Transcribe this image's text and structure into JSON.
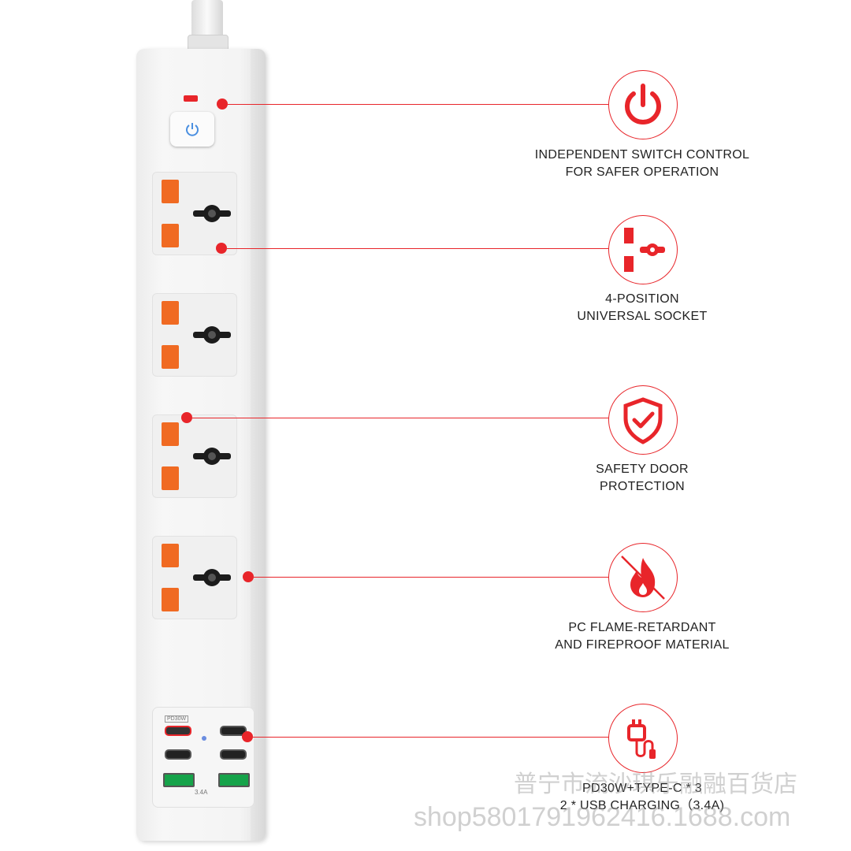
{
  "features": [
    {
      "icon": "power-icon",
      "line1": "INDEPENDENT SWITCH CONTROL",
      "line2": "FOR SAFER OPERATION"
    },
    {
      "icon": "socket-icon",
      "line1": "4-POSITION",
      "line2": "UNIVERSAL SOCKET"
    },
    {
      "icon": "shield-check-icon",
      "line1": "SAFETY DOOR",
      "line2": "PROTECTION"
    },
    {
      "icon": "no-fire-icon",
      "line1": "PC FLAME-RETARDANT",
      "line2": "AND FIREPROOF MATERIAL"
    },
    {
      "icon": "usb-cable-icon",
      "line1": "PD30W+TYPE-C * 3",
      "line2": "2 * USB CHARGING（3.4A)"
    }
  ],
  "product": {
    "pd_label": "PD30W",
    "usb_amp_label": "3.4A"
  },
  "watermark": {
    "shop_name": "普宁市流沙琪乐融融百货店",
    "shop_url": "shop5801791962416.1688.com"
  },
  "colors": {
    "accent": "#e8252a",
    "socket_pin": "#f06a22",
    "usb_port": "#16a34a"
  }
}
